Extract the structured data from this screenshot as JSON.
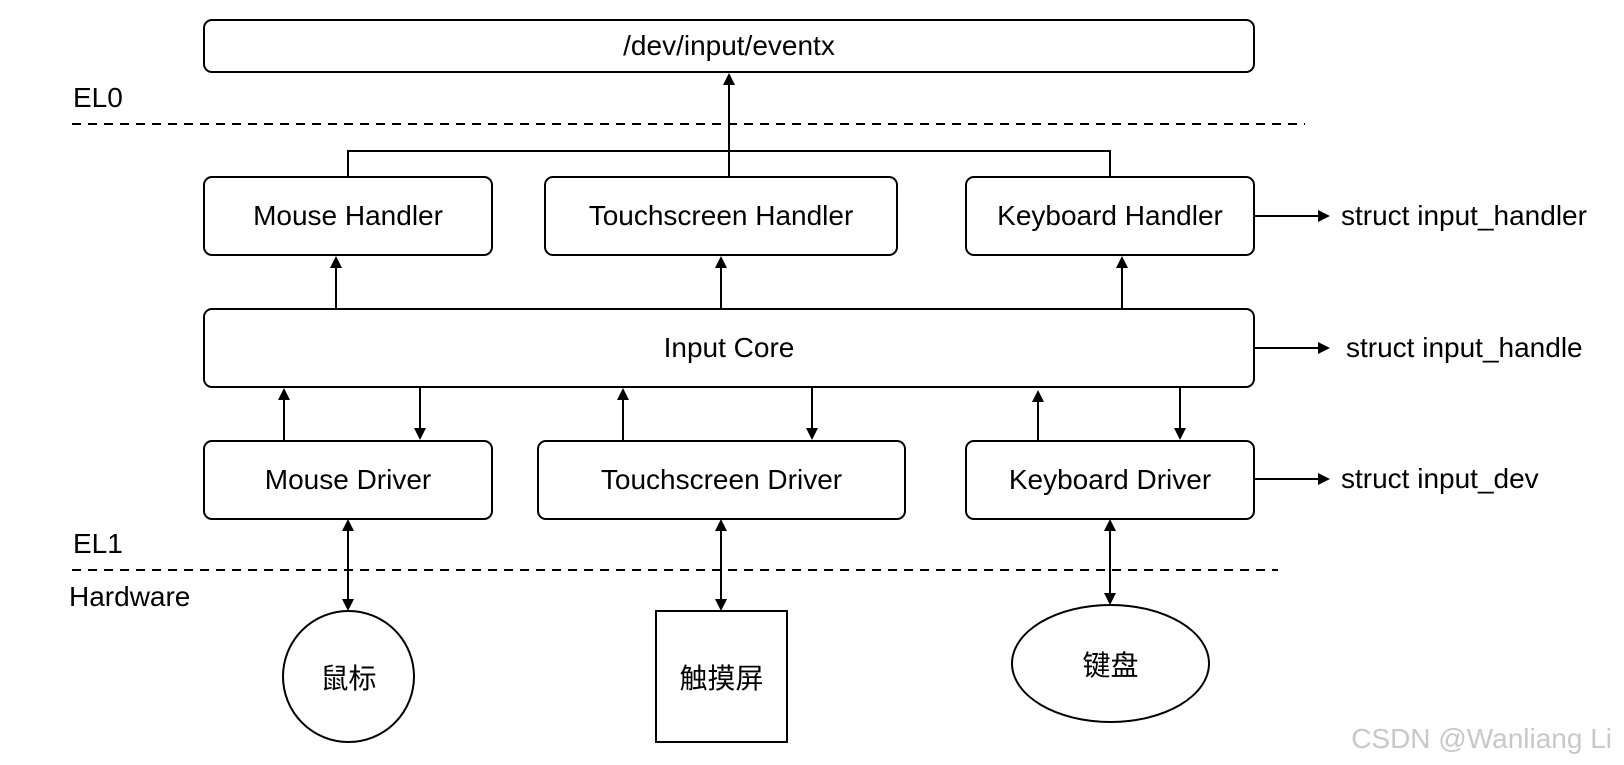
{
  "top": {
    "eventx_label": "/dev/input/eventx"
  },
  "levels": {
    "el0": "EL0",
    "el1": "EL1",
    "hardware": "Hardware"
  },
  "handlers": {
    "mouse": "Mouse Handler",
    "touchscreen": "Touchscreen Handler",
    "keyboard": "Keyboard Handler"
  },
  "core": {
    "label": "Input Core"
  },
  "drivers": {
    "mouse": "Mouse Driver",
    "touchscreen": "Touchscreen Driver",
    "keyboard": "Keyboard Driver"
  },
  "devices": {
    "mouse": "鼠标",
    "touchscreen": "触摸屏",
    "keyboard": "键盘"
  },
  "structs": {
    "handler": "struct input_handler",
    "handle": "struct input_handle",
    "dev": "struct input_dev"
  },
  "watermark": "CSDN @Wanliang Li"
}
